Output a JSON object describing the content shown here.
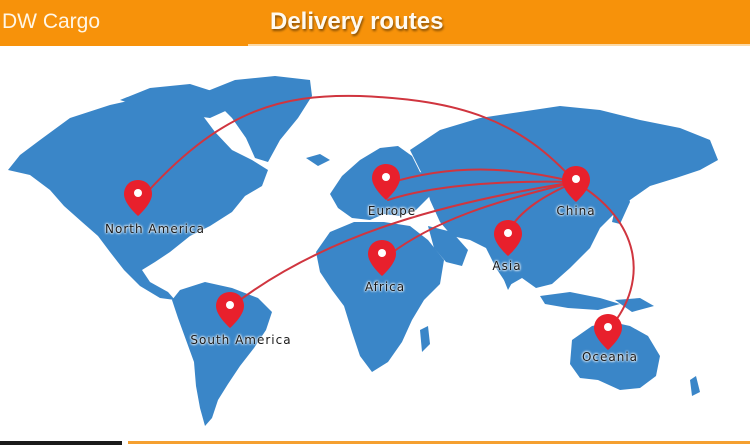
{
  "header": {
    "brand": "DW Cargo",
    "title": "Delivery routes",
    "background_color": "#f7920a"
  },
  "map": {
    "land_color": "#3a86c8",
    "route_color": "#d0353f",
    "pin_color": "#e8202c",
    "hub": "China",
    "locations": [
      {
        "name": "North America",
        "pin_icon": "map-pin-icon"
      },
      {
        "name": "Europe",
        "pin_icon": "map-pin-icon"
      },
      {
        "name": "China",
        "pin_icon": "map-pin-icon"
      },
      {
        "name": "Asia",
        "pin_icon": "map-pin-icon"
      },
      {
        "name": "Africa",
        "pin_icon": "map-pin-icon"
      },
      {
        "name": "South America",
        "pin_icon": "map-pin-icon"
      },
      {
        "name": "Oceania",
        "pin_icon": "map-pin-icon"
      }
    ],
    "routes": [
      {
        "from": "China",
        "to": "North America"
      },
      {
        "from": "China",
        "to": "Europe"
      },
      {
        "from": "China",
        "to": "Africa"
      },
      {
        "from": "China",
        "to": "Asia"
      },
      {
        "from": "China",
        "to": "South America"
      },
      {
        "from": "China",
        "to": "Oceania"
      }
    ]
  }
}
